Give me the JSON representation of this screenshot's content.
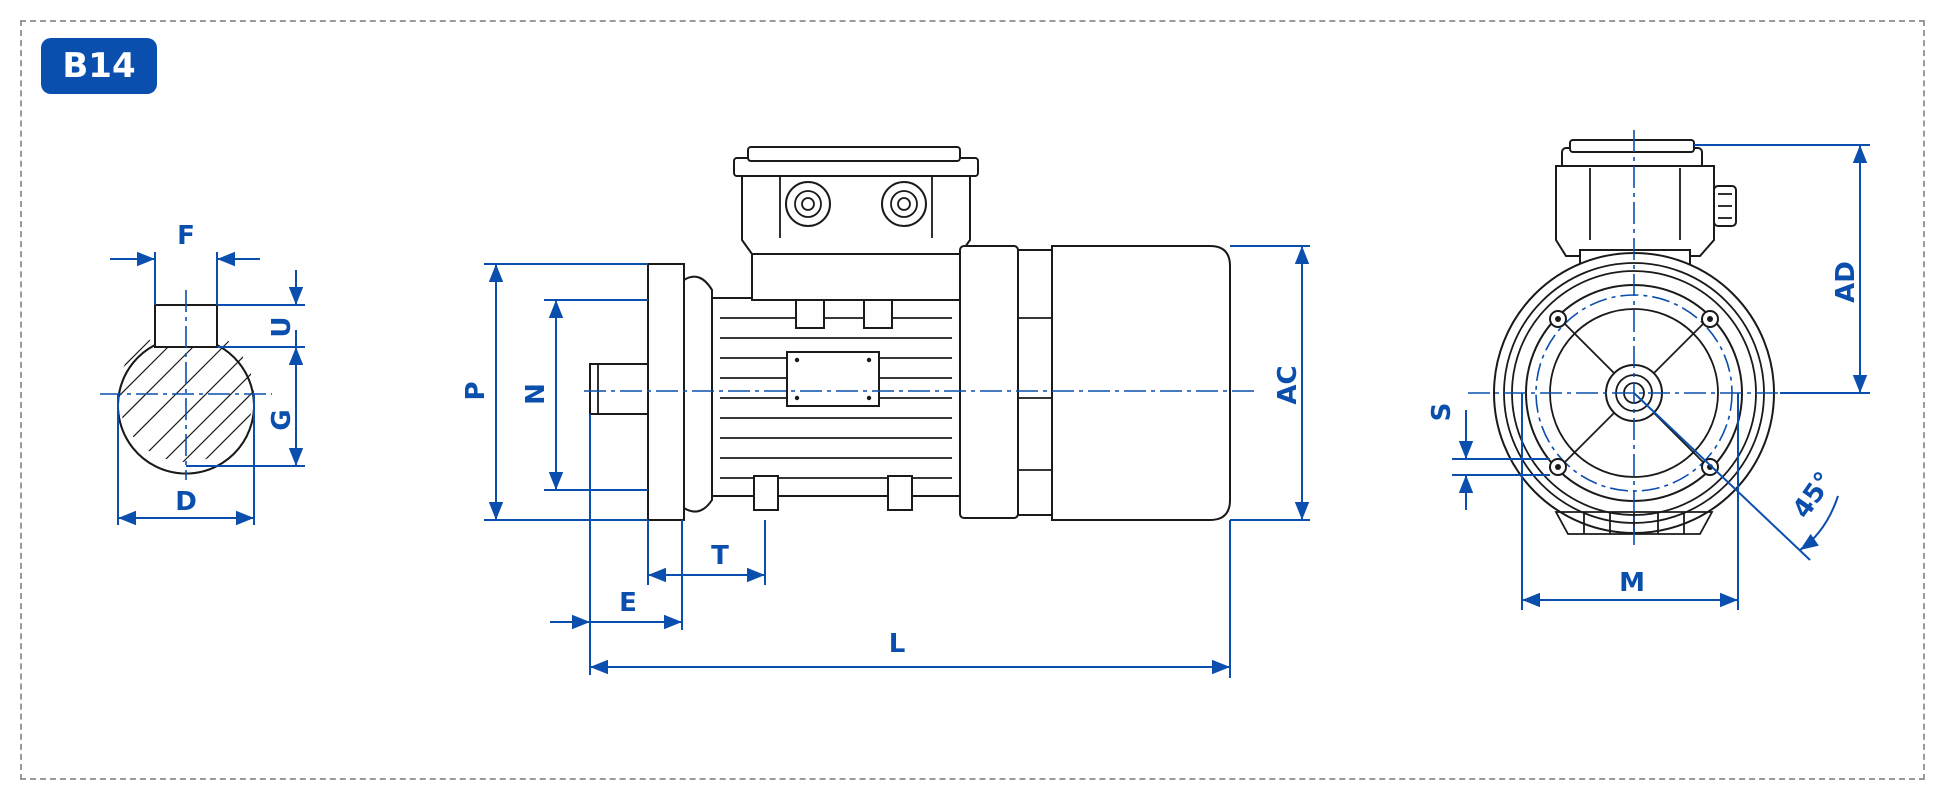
{
  "badge": "B14",
  "labels": {
    "F": "F",
    "U": "U",
    "G": "G",
    "D": "D",
    "P": "P",
    "N": "N",
    "T": "T",
    "E": "E",
    "L": "L",
    "AC": "AC",
    "AD": "AD",
    "S": "S",
    "M": "M",
    "angle": "45°"
  },
  "colors": {
    "accent": "#0b4fae",
    "line": "#1a1a1a",
    "frame": "#9a9a9a"
  }
}
